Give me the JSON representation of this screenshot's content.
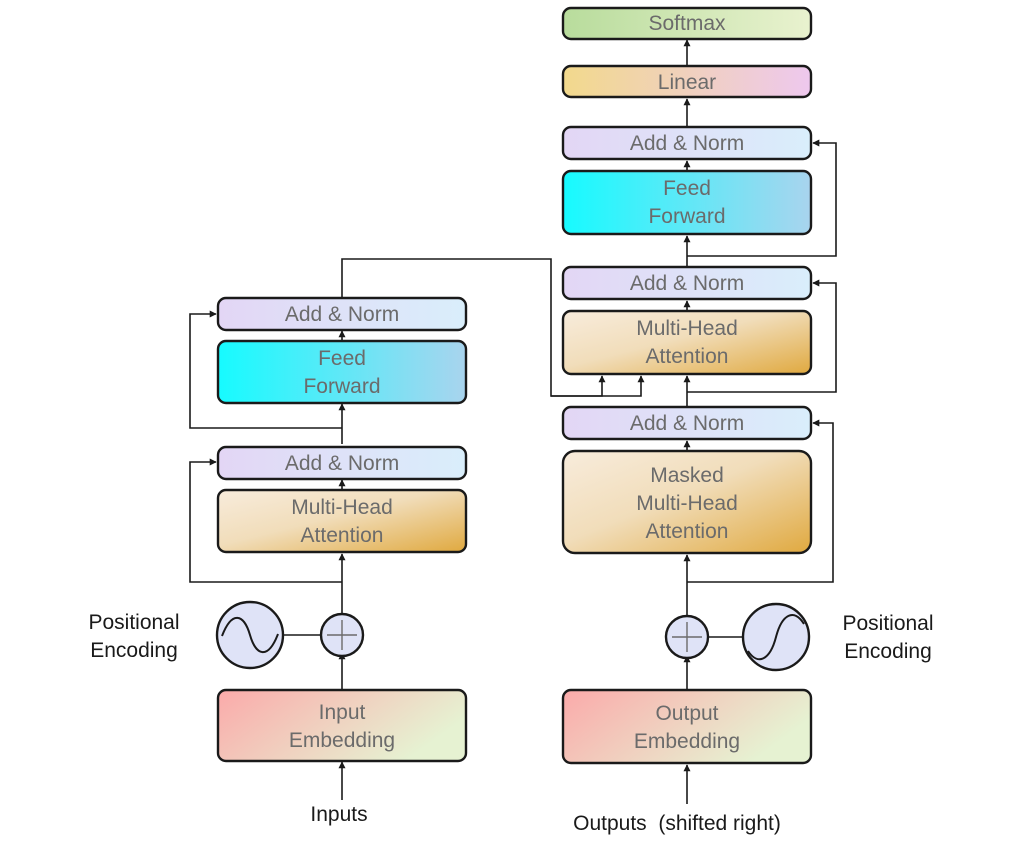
{
  "encoder": {
    "add_norm_top": "Add & Norm",
    "feed_forward": [
      "Feed",
      "Forward"
    ],
    "add_norm_bottom": "Add & Norm",
    "attention": [
      "Multi-Head",
      "Attention"
    ],
    "embedding": [
      "Input",
      "Embedding"
    ],
    "positional_encoding": [
      "Positional",
      "Encoding"
    ],
    "input_label": "Inputs"
  },
  "decoder": {
    "softmax": "Softmax",
    "linear": "Linear",
    "add_norm_top": "Add & Norm",
    "feed_forward": [
      "Feed",
      "Forward"
    ],
    "add_norm_mid": "Add & Norm",
    "cross_attention": [
      "Multi-Head",
      "Attention"
    ],
    "add_norm_bottom": "Add & Norm",
    "masked_attention": [
      "Masked",
      "Multi-Head",
      "Attention"
    ],
    "embedding": [
      "Output",
      "Embedding"
    ],
    "positional_encoding": [
      "Positional",
      "Encoding"
    ],
    "output_label": "Outputs  (shifted right)"
  },
  "colors": {
    "add_norm": [
      "#e3d6f5",
      "#d9eefb"
    ],
    "feed_forward": [
      "#16fbff",
      "#a9d4ee"
    ],
    "attention": [
      "#f8ecdc",
      "#e0a93f"
    ],
    "embedding": [
      "#fbaaaa",
      "#e6f2d2"
    ],
    "linear": [
      "#f2d98c",
      "#eec8ee"
    ],
    "softmax": [
      "#b8dc9c",
      "#e9f2cf"
    ],
    "circle": "#dfe3f7",
    "stroke": "#1a1a1a"
  }
}
